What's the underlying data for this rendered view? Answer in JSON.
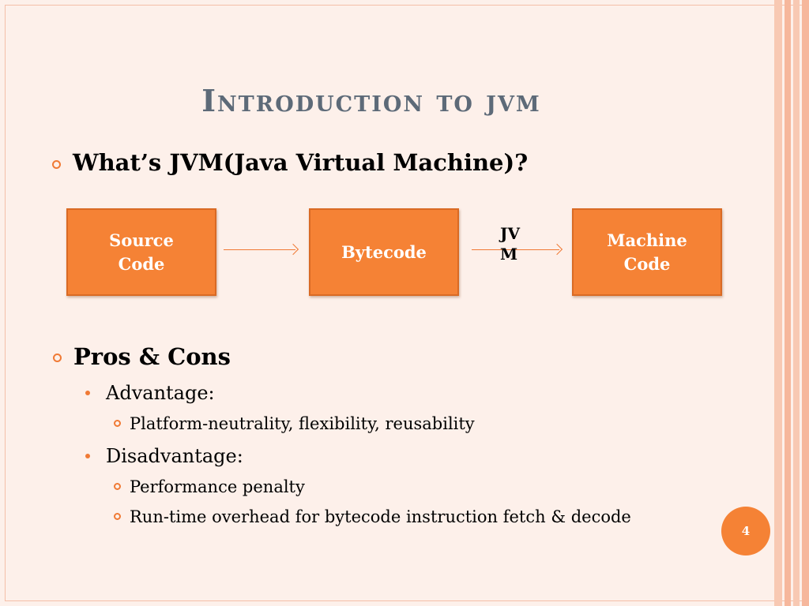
{
  "slide": {
    "title": "Introduction to jvm",
    "question": "What’s JVM(Java Virtual Machine)?",
    "diagram": {
      "boxes": [
        {
          "lines": [
            "Source",
            "Code"
          ]
        },
        {
          "lines": [
            "Bytecode"
          ]
        },
        {
          "lines": [
            "Machine",
            "Code"
          ]
        }
      ],
      "arrow_label": "JVM"
    },
    "pros_cons": {
      "heading": "Pros & Cons",
      "advantage_label": "Advantage:",
      "advantage_items": [
        "Platform-neutrality, flexibility, reusability"
      ],
      "disadvantage_label": "Disadvantage:",
      "disadvantage_items": [
        "Performance penalty",
        "Run-time overhead for bytecode instruction fetch & decode"
      ]
    },
    "page_number": "4"
  },
  "colors": {
    "accent": "#f58235",
    "title": "#5d6a78",
    "background": "#fdf0ea"
  }
}
